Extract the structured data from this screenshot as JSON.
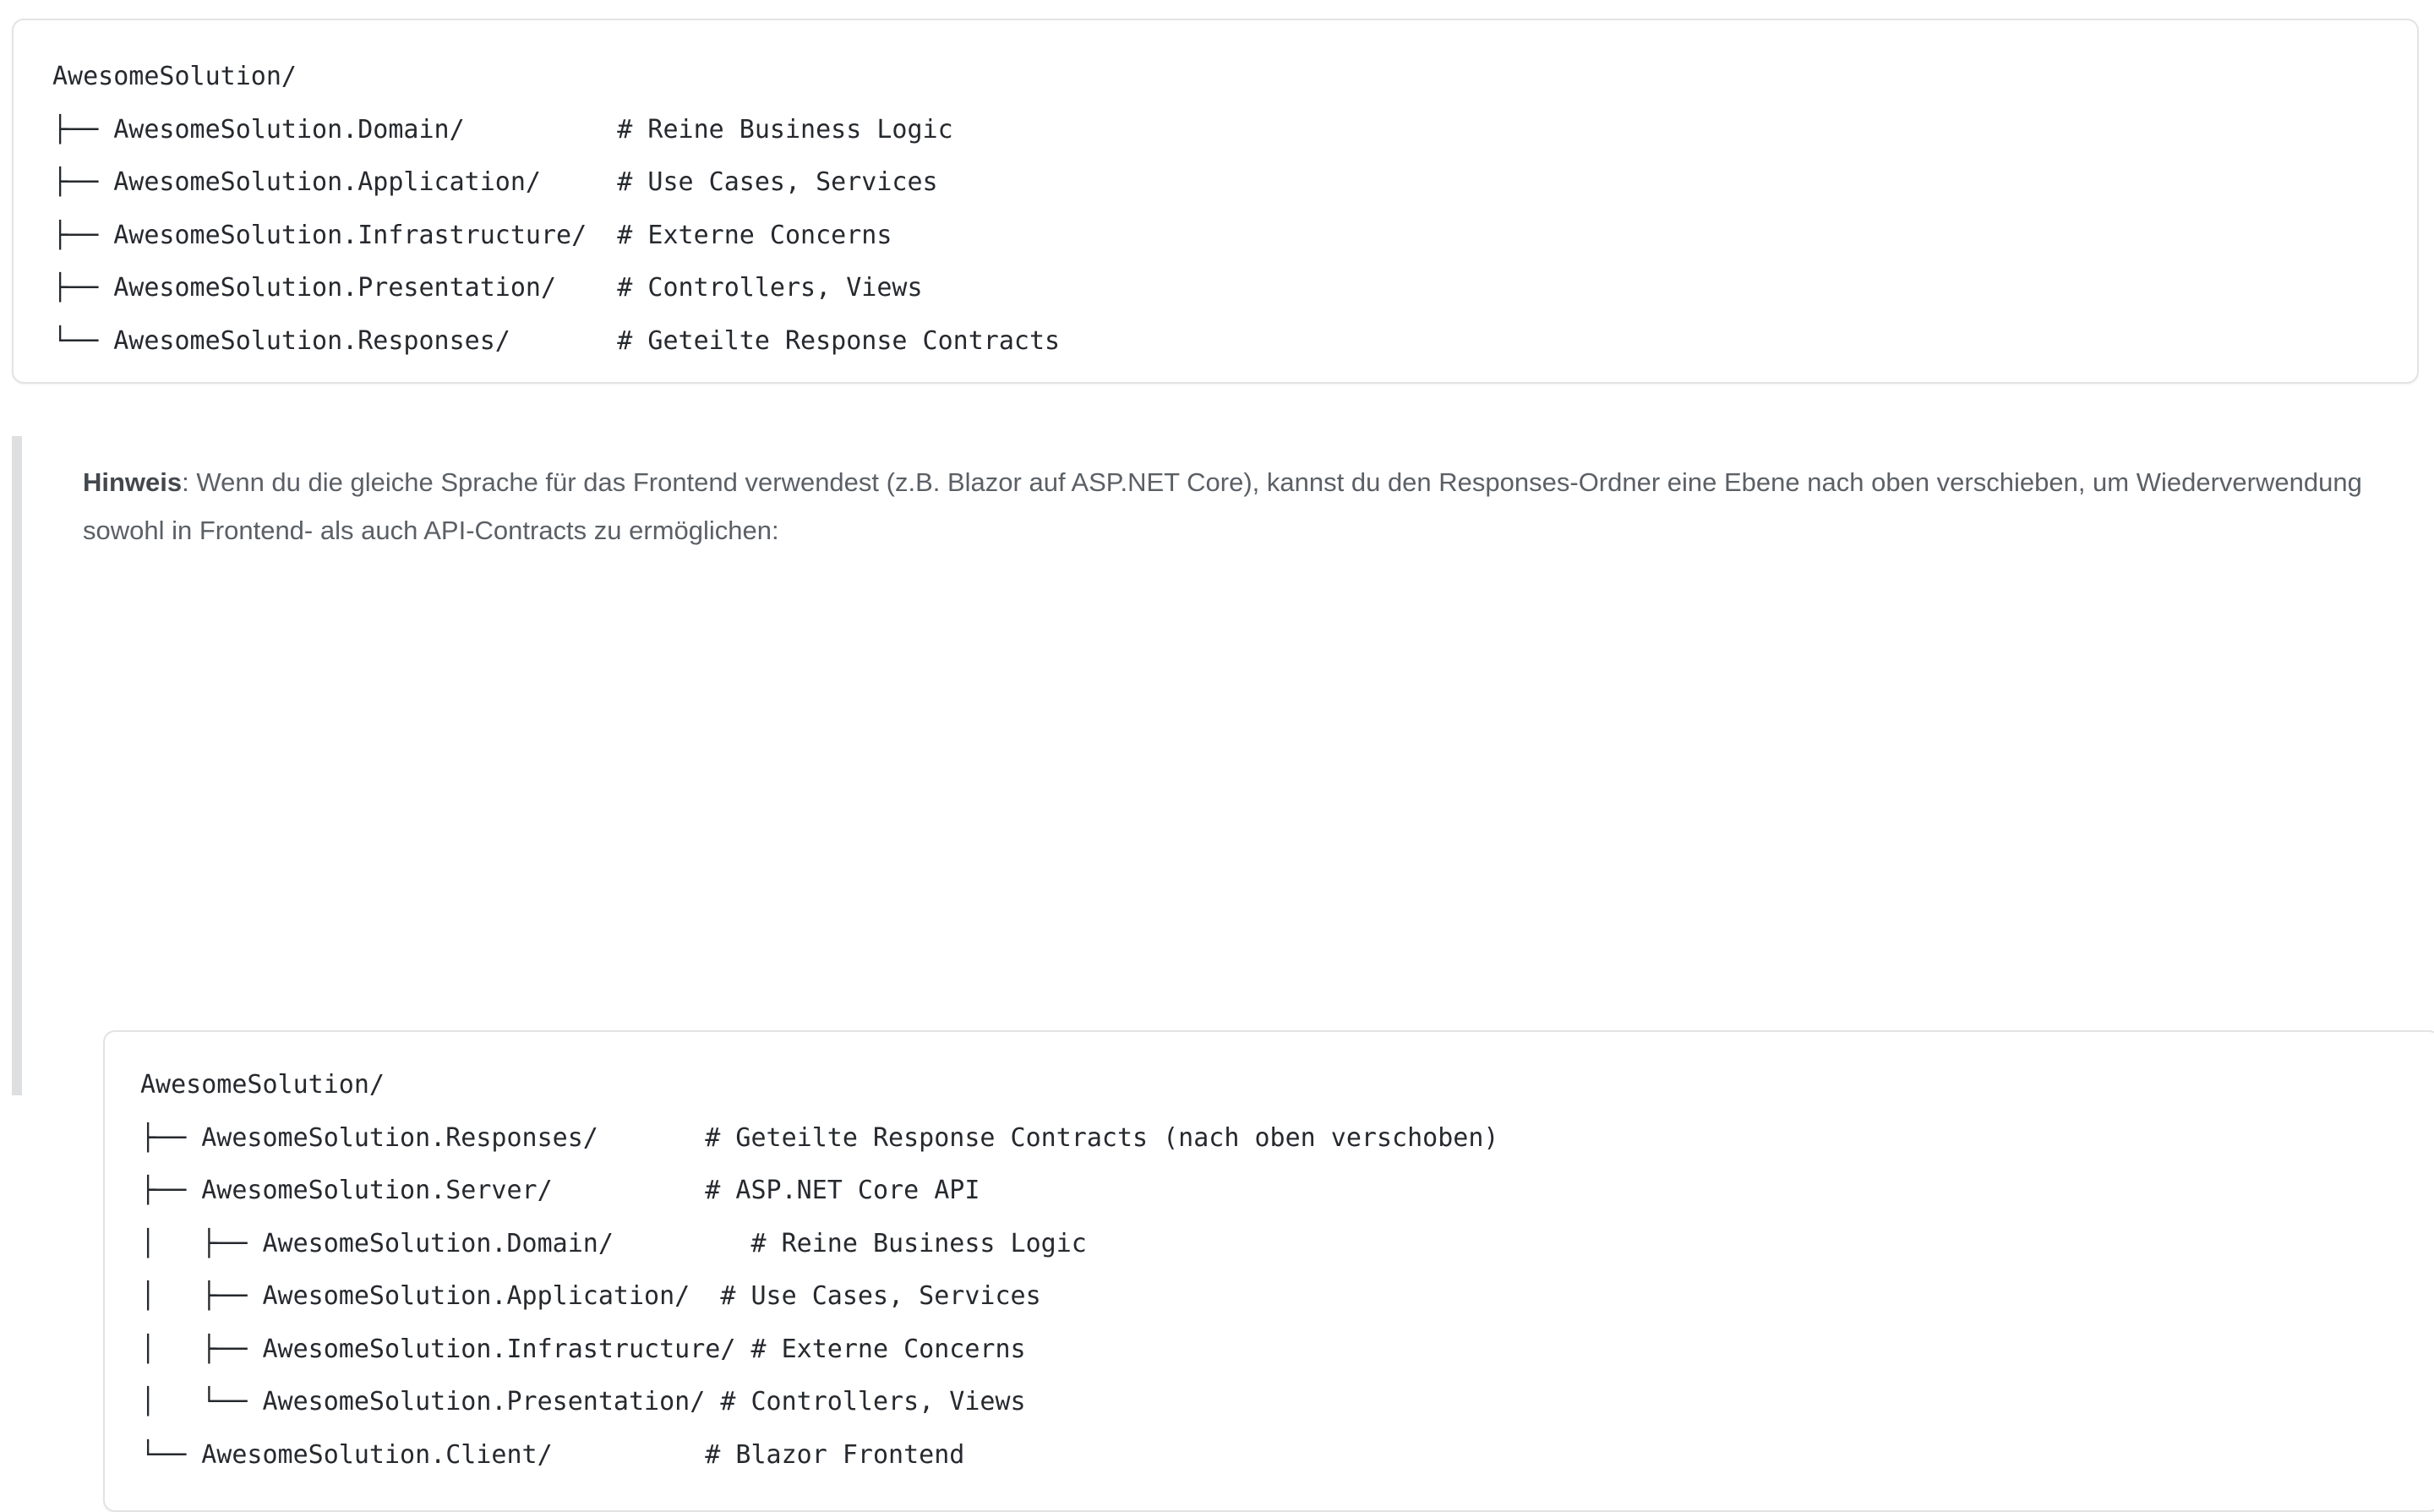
{
  "theme": {
    "page_background": "#ffffff",
    "code_border": "#e3e3e3",
    "code_text": "#26292e",
    "note_text": "#5b6066",
    "note_lead_text": "#43484e",
    "blockquote_bar": "#dddfe1"
  },
  "code_block_one": {
    "language": "text",
    "root": "AwesomeSolution/",
    "lines": [
      "AwesomeSolution/",
      "├── AwesomeSolution.Domain/          # Reine Business Logic",
      "├── AwesomeSolution.Application/     # Use Cases, Services",
      "├── AwesomeSolution.Infrastructure/  # Externe Concerns",
      "├── AwesomeSolution.Presentation/    # Controllers, Views",
      "└── AwesomeSolution.Responses/       # Geteilte Response Contracts"
    ],
    "text": "AwesomeSolution/\n├── AwesomeSolution.Domain/          # Reine Business Logic\n├── AwesomeSolution.Application/     # Use Cases, Services\n├── AwesomeSolution.Infrastructure/  # Externe Concerns\n├── AwesomeSolution.Presentation/    # Controllers, Views\n└── AwesomeSolution.Responses/       # Geteilte Response Contracts",
    "entries": [
      {
        "path": "AwesomeSolution.Domain/",
        "comment": "# Reine Business Logic",
        "depth": 1,
        "connector": "├──"
      },
      {
        "path": "AwesomeSolution.Application/",
        "comment": "# Use Cases, Services",
        "depth": 1,
        "connector": "├──"
      },
      {
        "path": "AwesomeSolution.Infrastructure/",
        "comment": "# Externe Concerns",
        "depth": 1,
        "connector": "├──"
      },
      {
        "path": "AwesomeSolution.Presentation/",
        "comment": "# Controllers, Views",
        "depth": 1,
        "connector": "├──"
      },
      {
        "path": "AwesomeSolution.Responses/",
        "comment": "# Geteilte Response Contracts",
        "depth": 1,
        "connector": "└──"
      }
    ]
  },
  "note": {
    "lead": "Hinweis",
    "lead_separator": ":",
    "body": " Wenn du die gleiche Sprache für das Frontend verwendest (z.B. Blazor auf ASP.NET Core), kannst du den Responses-Ordner eine Ebene nach oben verschieben, um Wiederverwendung sowohl in Frontend- als auch API-Contracts zu ermöglichen:",
    "full_text": "Hinweis: Wenn du die gleiche Sprache für das Frontend verwendest (z.B. Blazor auf ASP.NET Core), kannst du den Responses-Ordner eine Ebene nach oben verschieben, um Wiederverwendung sowohl in Frontend- als auch API-Contracts zu ermöglichen:"
  },
  "code_block_two": {
    "language": "text",
    "root": "AwesomeSolution/",
    "lines": [
      "AwesomeSolution/",
      "├── AwesomeSolution.Responses/       # Geteilte Response Contracts (nach oben verschoben)",
      "├── AwesomeSolution.Server/          # ASP.NET Core API",
      "│   ├── AwesomeSolution.Domain/         # Reine Business Logic",
      "│   ├── AwesomeSolution.Application/  # Use Cases, Services",
      "│   ├── AwesomeSolution.Infrastructure/ # Externe Concerns",
      "│   └── AwesomeSolution.Presentation/ # Controllers, Views",
      "└── AwesomeSolution.Client/          # Blazor Frontend"
    ],
    "text": "AwesomeSolution/\n├── AwesomeSolution.Responses/       # Geteilte Response Contracts (nach oben verschoben)\n├── AwesomeSolution.Server/          # ASP.NET Core API\n│   ├── AwesomeSolution.Domain/         # Reine Business Logic\n│   ├── AwesomeSolution.Application/  # Use Cases, Services\n│   ├── AwesomeSolution.Infrastructure/ # Externe Concerns\n│   └── AwesomeSolution.Presentation/ # Controllers, Views\n└── AwesomeSolution.Client/          # Blazor Frontend",
    "entries": [
      {
        "path": "AwesomeSolution.Responses/",
        "comment": "# Geteilte Response Contracts (nach oben verschoben)",
        "depth": 1,
        "connector": "├──"
      },
      {
        "path": "AwesomeSolution.Server/",
        "comment": "# ASP.NET Core API",
        "depth": 1,
        "connector": "├──"
      },
      {
        "path": "AwesomeSolution.Domain/",
        "comment": "# Reine Business Logic",
        "depth": 2,
        "connector": "├──"
      },
      {
        "path": "AwesomeSolution.Application/",
        "comment": "# Use Cases, Services",
        "depth": 2,
        "connector": "├──"
      },
      {
        "path": "AwesomeSolution.Infrastructure/",
        "comment": "# Externe Concerns",
        "depth": 2,
        "connector": "├──"
      },
      {
        "path": "AwesomeSolution.Presentation/",
        "comment": "# Controllers, Views",
        "depth": 2,
        "connector": "└──"
      },
      {
        "path": "AwesomeSolution.Client/",
        "comment": "# Blazor Frontend",
        "depth": 1,
        "connector": "└──"
      }
    ]
  }
}
